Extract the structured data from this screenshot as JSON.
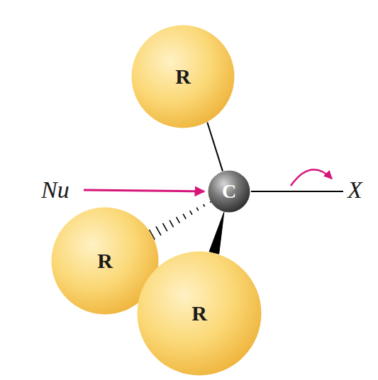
{
  "diagram": {
    "nodes": [
      {
        "text": [
          "R"
        ]
      },
      {
        "text": [
          "C"
        ]
      },
      {
        "text": [
          "R"
        ]
      },
      {
        "text": [
          "R"
        ]
      }
    ],
    "edges": [
      {
        "from": 0,
        "to": 1,
        "arrow": "none"
      },
      {
        "from": 1,
        "to": 2,
        "arrow": "none"
      },
      {
        "from": 1,
        "to": 3,
        "arrow": "none"
      }
    ],
    "labels": [
      "Nu",
      "X"
    ]
  }
}
